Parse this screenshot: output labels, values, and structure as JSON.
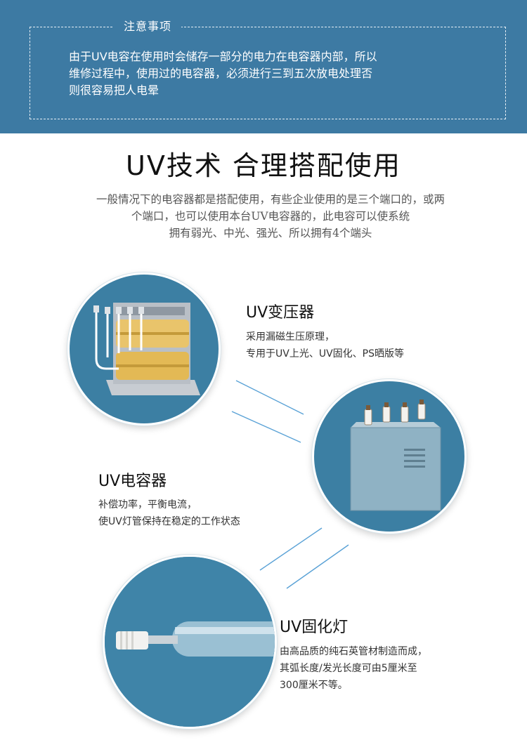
{
  "notice": {
    "title": "注意事项",
    "lines": [
      "由于UV电容在使用时会储存一部分的电力在电容器内部，所以",
      "维修过程中，使用过的电容器，必须进行三到五次放电处理否",
      "则很容易把人电晕"
    ]
  },
  "heading": {
    "title": "UV技术  合理搭配使用",
    "intro": [
      "一般情况下的电容器都是搭配使用，有些企业使用的是三个端口的，或两",
      "个端口，也可以使用本台UV电容器的，此电容可以使系统",
      "拥有弱光、中光、强光、所以拥有4个端头"
    ]
  },
  "products": [
    {
      "title": "UV变压器",
      "desc": [
        "采用漏磁生压原理，",
        "专用于UV上光、UV固化、PS晒版等"
      ]
    },
    {
      "title": "UV电容器",
      "desc": [
        "补偿功率，平衡电流，",
        "使UV灯管保持在稳定的工作状态"
      ]
    },
    {
      "title": "UV固化灯",
      "desc": [
        "由高品质的纯石英管材制造而成，",
        "其弧长度/发光长度可由5厘米至",
        "300厘米不等。"
      ]
    }
  ],
  "colors": {
    "banner": "#3d7aa3",
    "circle": "#3c7fa3",
    "connector": "#5aa2d6"
  }
}
